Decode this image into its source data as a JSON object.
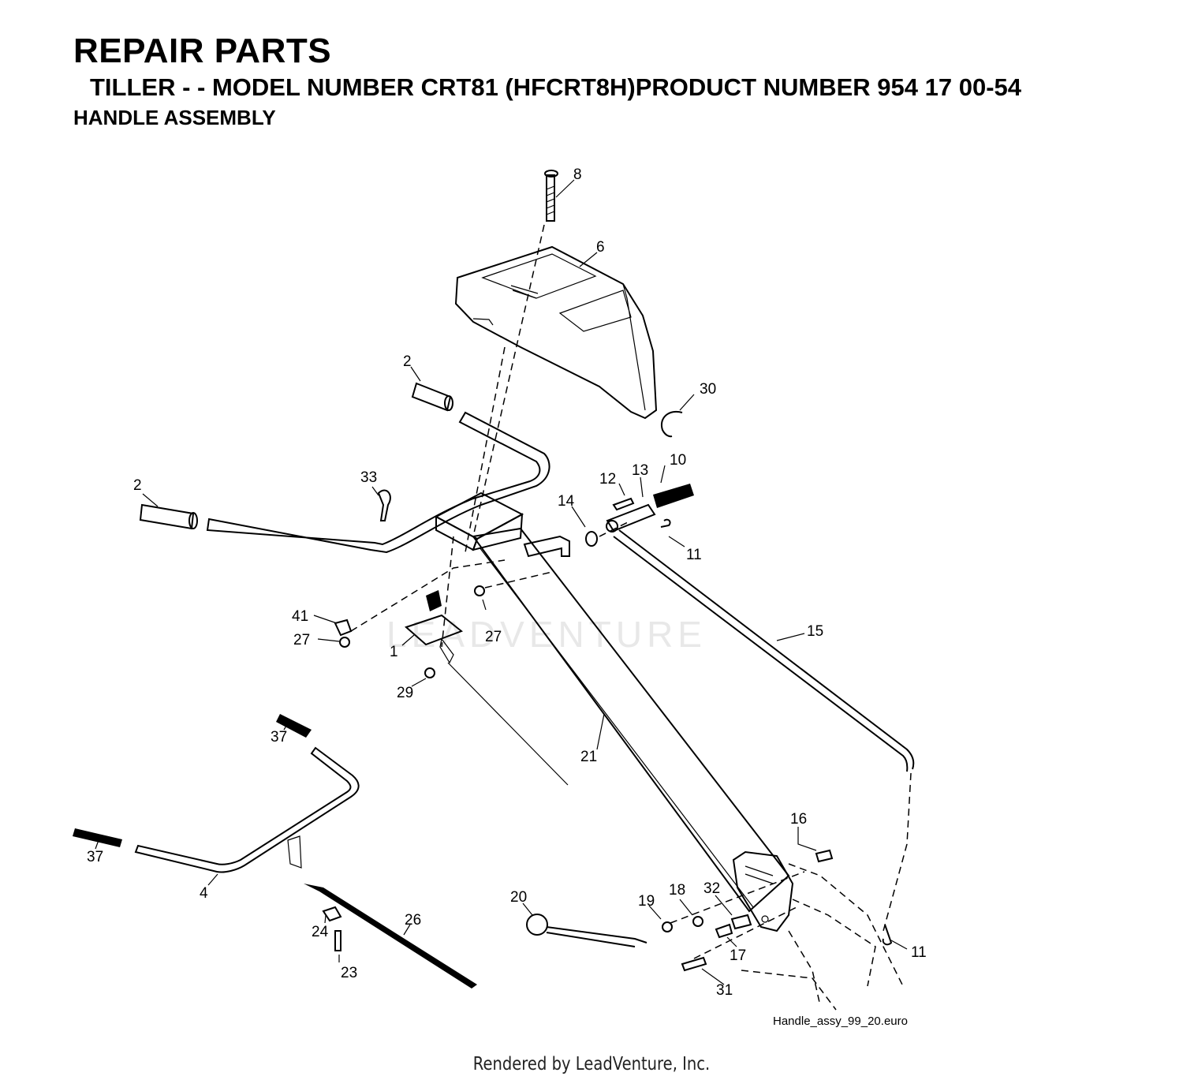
{
  "header": {
    "title": "REPAIR PARTS",
    "subtitle": "TILLER - - MODEL NUMBER CRT81 (HFCRT8H)PRODUCT NUMBER 954 17 00-54",
    "section": "HANDLE ASSEMBLY"
  },
  "callouts": {
    "p8": "8",
    "p6": "6",
    "p2a": "2",
    "p30": "30",
    "p2b": "2",
    "p33": "33",
    "p10": "10",
    "p12": "12",
    "p13": "13",
    "p14": "14",
    "p11a": "11",
    "p41": "41",
    "p27a": "27",
    "p1": "1",
    "p27b": "27",
    "p15": "15",
    "p29": "29",
    "p37a": "37",
    "p21": "21",
    "p16": "16",
    "p37b": "37",
    "p4": "4",
    "p20": "20",
    "p19": "19",
    "p18": "18",
    "p32": "32",
    "p26": "26",
    "p24": "24",
    "p17": "17",
    "p11b": "11",
    "p23": "23",
    "p31": "31"
  },
  "watermark": "LEADVENTURE",
  "figure_filename": "Handle_assy_99_20.euro",
  "footer": "Rendered by LeadVenture, Inc."
}
